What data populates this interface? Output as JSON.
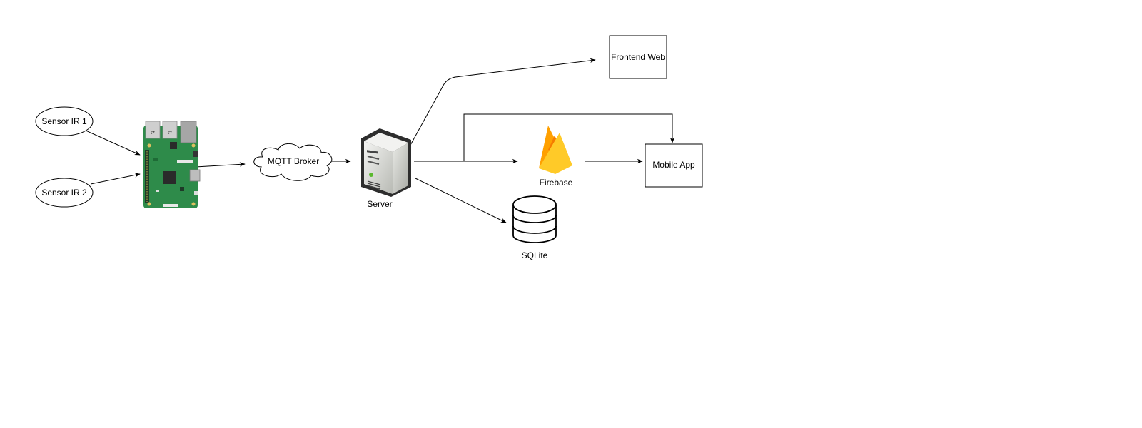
{
  "diagram": {
    "nodes": {
      "sensor_ir_1": {
        "label": "Sensor IR 1",
        "shape": "ellipse"
      },
      "sensor_ir_2": {
        "label": "Sensor IR 2",
        "shape": "ellipse"
      },
      "raspberry_pi": {
        "label": "",
        "shape": "raspberry-pi-board-image"
      },
      "mqtt_broker": {
        "label": "MQTT Broker",
        "shape": "cloud"
      },
      "server": {
        "label": "Server",
        "shape": "server-tower-icon"
      },
      "frontend_web": {
        "label": "Frontend Web",
        "shape": "rectangle"
      },
      "firebase": {
        "label": "Firebase",
        "shape": "firebase-flame-icon"
      },
      "mobile_app": {
        "label": "Mobile App",
        "shape": "rectangle"
      },
      "sqlite": {
        "label": "SQLite",
        "shape": "database-cylinder"
      }
    },
    "edges": [
      {
        "from": "sensor_ir_1",
        "to": "raspberry_pi"
      },
      {
        "from": "sensor_ir_2",
        "to": "raspberry_pi"
      },
      {
        "from": "raspberry_pi",
        "to": "mqtt_broker"
      },
      {
        "from": "mqtt_broker",
        "to": "server"
      },
      {
        "from": "server",
        "to": "frontend_web"
      },
      {
        "from": "server",
        "to": "firebase"
      },
      {
        "from": "server",
        "to": "mobile_app"
      },
      {
        "from": "firebase",
        "to": "mobile_app"
      },
      {
        "from": "server",
        "to": "sqlite"
      }
    ],
    "colors": {
      "stroke": "#000000",
      "board_green": "#2e8b4a",
      "firebase_yellow": "#ffca28",
      "firebase_orange": "#ffa000",
      "firebase_dark_orange": "#f57c00",
      "server_led": "#5ab82e"
    }
  }
}
